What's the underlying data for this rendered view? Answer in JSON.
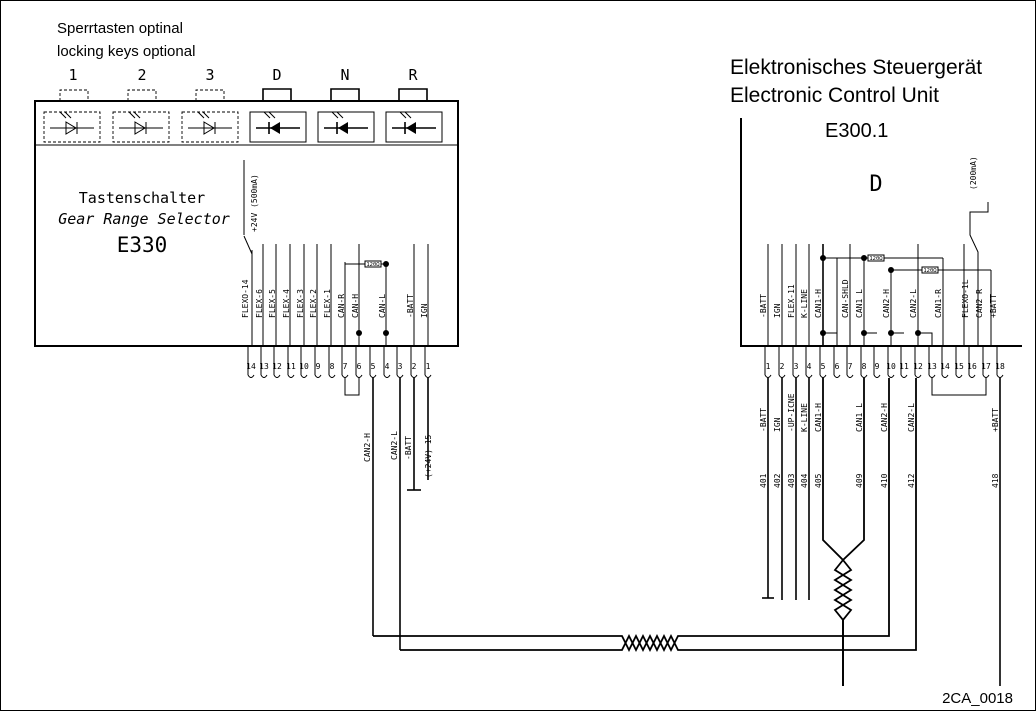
{
  "diagram_id": "2CA_0018",
  "locking_keys": {
    "line1": "Sperrtasten optinal",
    "line2": "locking keys optional"
  },
  "selector": {
    "name_de": "Tastenschalter",
    "name_en": "Gear Range Selector",
    "code": "E330",
    "keys": [
      {
        "label": "1",
        "optional": true
      },
      {
        "label": "2",
        "optional": true
      },
      {
        "label": "3",
        "optional": true
      },
      {
        "label": "D",
        "optional": false
      },
      {
        "label": "N",
        "optional": false
      },
      {
        "label": "R",
        "optional": false
      }
    ],
    "switch_label": "+24V (500mA)",
    "resistor": "120Ω",
    "signals": [
      "FLEXO-14",
      "FLEX-6",
      "FLEX-5",
      "FLEX-4",
      "FLEX-3",
      "FLEX-2",
      "FLEX-1",
      "CAN-R",
      "CAN-H",
      "CAN-L",
      "-BATT",
      "IGN"
    ],
    "pins": [
      "14",
      "13",
      "12",
      "11",
      "10",
      "9",
      "8",
      "7",
      "6",
      "5",
      "4",
      "3",
      "2",
      "1"
    ],
    "wire_labels": [
      "CAN2-H",
      "CAN2-L",
      "-BATT",
      "(+24V) 15"
    ]
  },
  "ecu": {
    "name_de": "Elektronisches Steuergerät",
    "name_en": "Electronic Control Unit",
    "code": "E300.1",
    "variant": "D",
    "switch_label": "(200mA)",
    "resistors": [
      "120Ω",
      "120Ω"
    ],
    "signals": [
      "-BATT",
      "IGN",
      "FLEX-11",
      "K-LINE",
      "CAN1-H",
      "CAN-SHLD",
      "CAN1 L",
      "CAN2-H",
      "CAN2-L",
      "CAN1-R",
      "FLEXO-1L",
      "CAN2 R",
      "+BATT"
    ],
    "pins": [
      "1",
      "2",
      "3",
      "4",
      "5",
      "6",
      "7",
      "8",
      "9",
      "10",
      "11",
      "12",
      "13",
      "14",
      "15",
      "16",
      "17",
      "18"
    ],
    "wire_labels": [
      "-BATT",
      "IGN",
      "-UP-ICNE",
      "K-LINE",
      "CAN1-H",
      "CAN1 L",
      "CAN2-H",
      "CAN2-L",
      "+BATT"
    ],
    "wire_numbers": [
      "401",
      "402",
      "403",
      "404",
      "405",
      "409",
      "410",
      "412",
      "418"
    ]
  }
}
